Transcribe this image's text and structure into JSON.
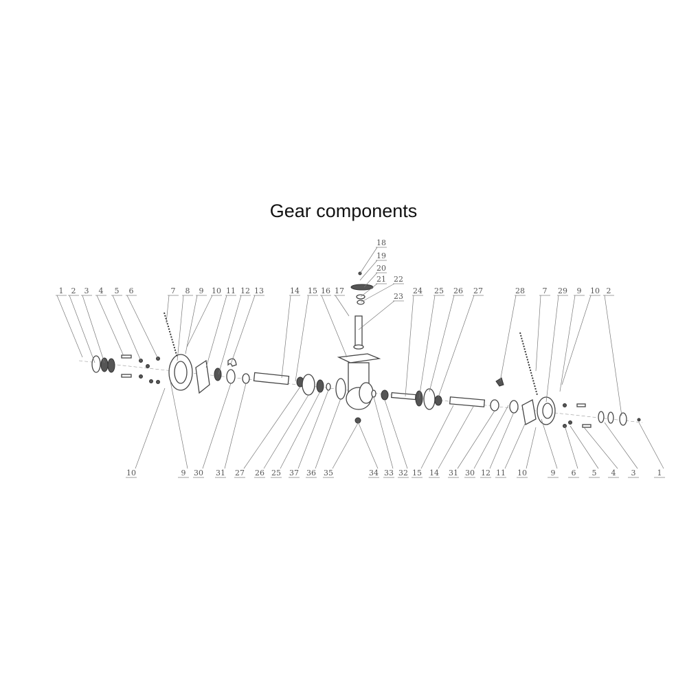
{
  "title": "Gear components",
  "labels": {
    "top": [
      "1",
      "2",
      "3",
      "4",
      "5",
      "6",
      "7",
      "8",
      "9",
      "10",
      "11",
      "12",
      "13",
      "14",
      "15",
      "16",
      "17",
      "24",
      "25",
      "26",
      "27",
      "28",
      "7",
      "29",
      "9",
      "10",
      "2"
    ],
    "stack": [
      "18",
      "19",
      "20",
      "21",
      "22",
      "23"
    ],
    "bottom": [
      "10",
      "9",
      "30",
      "31",
      "27",
      "26",
      "25",
      "37",
      "36",
      "35",
      "34",
      "33",
      "32",
      "15",
      "14",
      "31",
      "30",
      "12",
      "11",
      "10",
      "9",
      "6",
      "5",
      "4",
      "3",
      "1"
    ]
  }
}
